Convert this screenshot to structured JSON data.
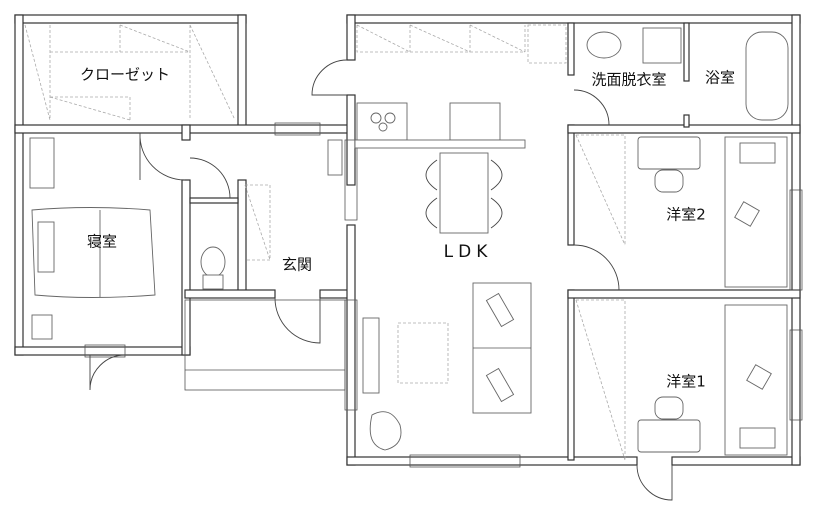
{
  "plan": {
    "rooms": {
      "closet": "クローゼット",
      "bedroom": "寝室",
      "entrance": "玄関",
      "ldk": "LDK",
      "washroom": "洗面脱衣室",
      "bathroom": "浴室",
      "western_room_2": "洋室2",
      "western_room_1": "洋室1"
    },
    "colors": {
      "wall": "#333333",
      "furniture": "#666666",
      "hidden": "#aaaaaa"
    }
  }
}
